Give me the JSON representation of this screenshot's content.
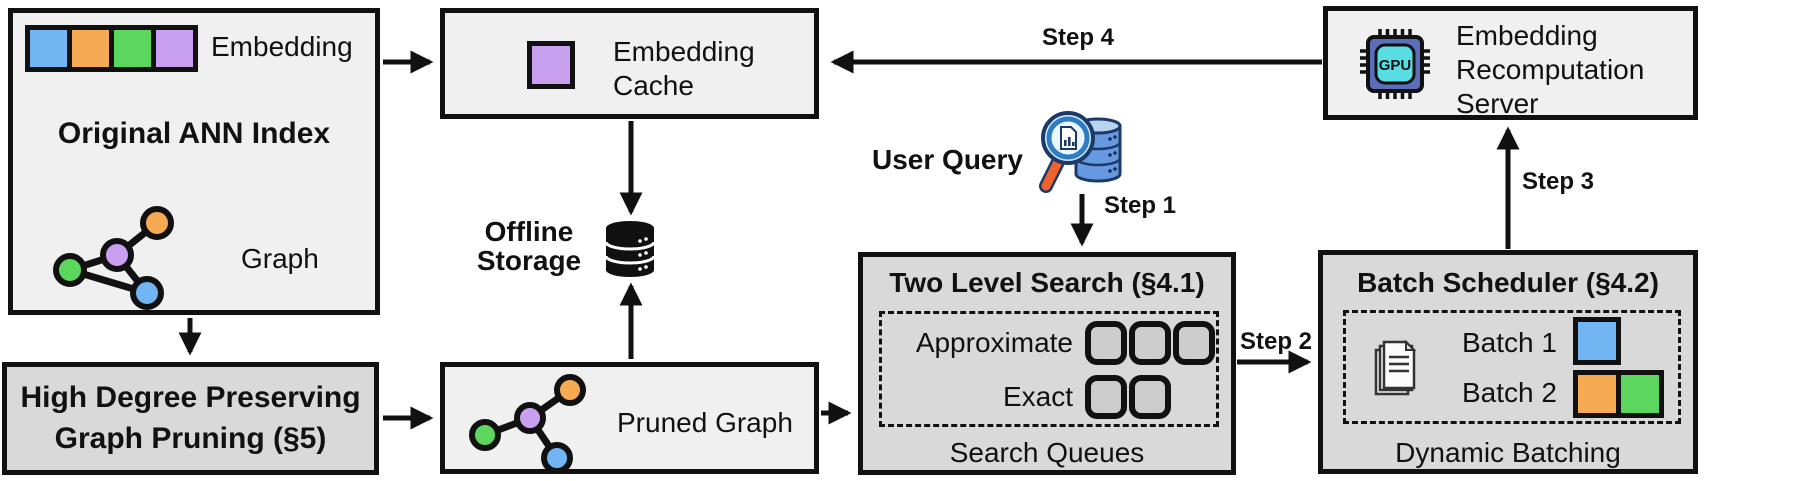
{
  "diagram": {
    "original_index": {
      "embedding_label": "Embedding",
      "title": "Original ANN Index",
      "graph_label": "Graph"
    },
    "pruning": {
      "title": "High Degree Preserving Graph Pruning (§5)"
    },
    "embedding_cache": {
      "label": "Embedding Cache"
    },
    "offline_storage": {
      "label": "Offline Storage"
    },
    "pruned_graph": {
      "label": "Pruned Graph"
    },
    "user_query": {
      "label": "User Query"
    },
    "two_level_search": {
      "title": "Two Level Search (§4.1)",
      "approximate_label": "Approximate",
      "exact_label": "Exact",
      "footer": "Search Queues"
    },
    "batch_scheduler": {
      "title": "Batch Scheduler (§4.2)",
      "batch1_label": "Batch 1",
      "batch2_label": "Batch 2",
      "footer": "Dynamic Batching"
    },
    "recompute_server": {
      "label": "Embedding Recomputation Server",
      "gpu_text": "GPU"
    },
    "steps": {
      "s1": "Step 1",
      "s2": "Step 2",
      "s3": "Step 3",
      "s4": "Step 4"
    }
  },
  "colors": {
    "blue": "#72b5f3",
    "orange": "#f6ab53",
    "green": "#5cd65c",
    "purple": "#c9a0ef",
    "box_light": "#f0f0f0",
    "box_gray": "#d9d9d9",
    "queue_fill": "#cdcdcd",
    "outline": "#111111",
    "chip_body": "#5b6ebc",
    "chip_core": "#57dde2",
    "query_navy": "#1d3a66",
    "query_blue": "#6699e0",
    "query_blue_light": "#b7d4f0",
    "query_handle": "#f0622e"
  }
}
